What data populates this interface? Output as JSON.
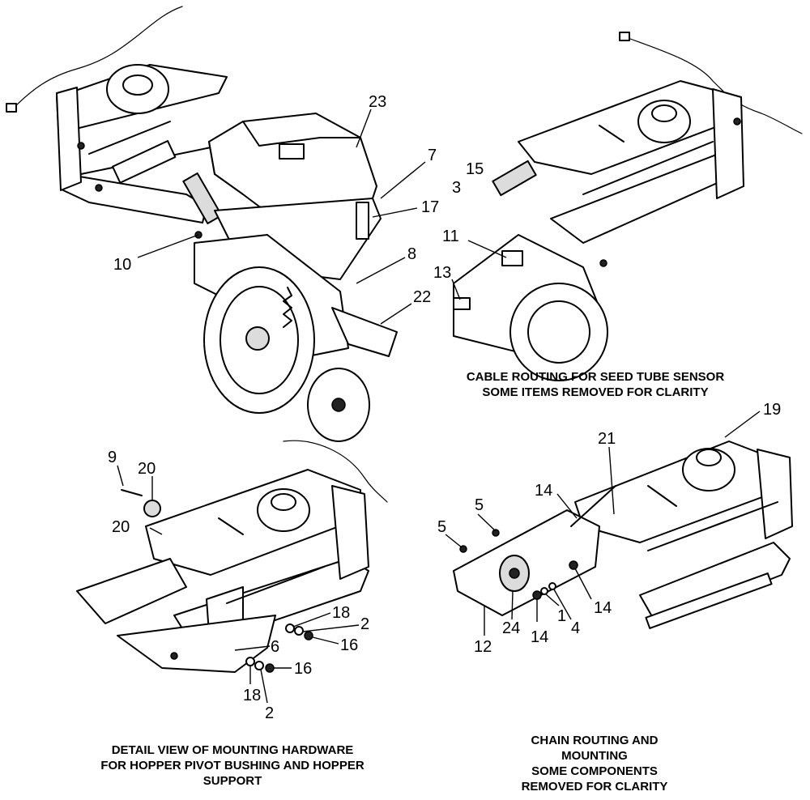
{
  "captions": {
    "cable_routing": [
      "CABLE ROUTING FOR SEED TUBE SENSOR",
      "SOME ITEMS REMOVED FOR CLARITY"
    ],
    "detail_view": [
      "DETAIL VIEW OF MOUNTING HARDWARE",
      "FOR HOPPER PIVOT BUSHING AND HOPPER",
      "SUPPORT"
    ],
    "chain_routing": [
      "CHAIN ROUTING AND",
      "MOUNTING",
      "SOME COMPONENTS",
      "REMOVED FOR CLARITY"
    ]
  },
  "callouts": {
    "main": {
      "c23": "23",
      "c7": "7",
      "c17": "17",
      "c10": "10",
      "c8": "8",
      "c22": "22"
    },
    "cable": {
      "c15": "15",
      "c3": "3",
      "c11": "11",
      "c13": "13"
    },
    "detail": {
      "c9": "9",
      "c20a": "20",
      "c20b": "20",
      "c18a": "18",
      "c2a": "2",
      "c16a": "16",
      "c6": "6",
      "c16b": "16",
      "c18b": "18",
      "c2b": "2"
    },
    "chain": {
      "c19": "19",
      "c21": "21",
      "c14a": "14",
      "c5a": "5",
      "c5b": "5",
      "c14b": "14",
      "c1": "1",
      "c4": "4",
      "c12": "12",
      "c24": "24",
      "c14c": "14"
    }
  }
}
